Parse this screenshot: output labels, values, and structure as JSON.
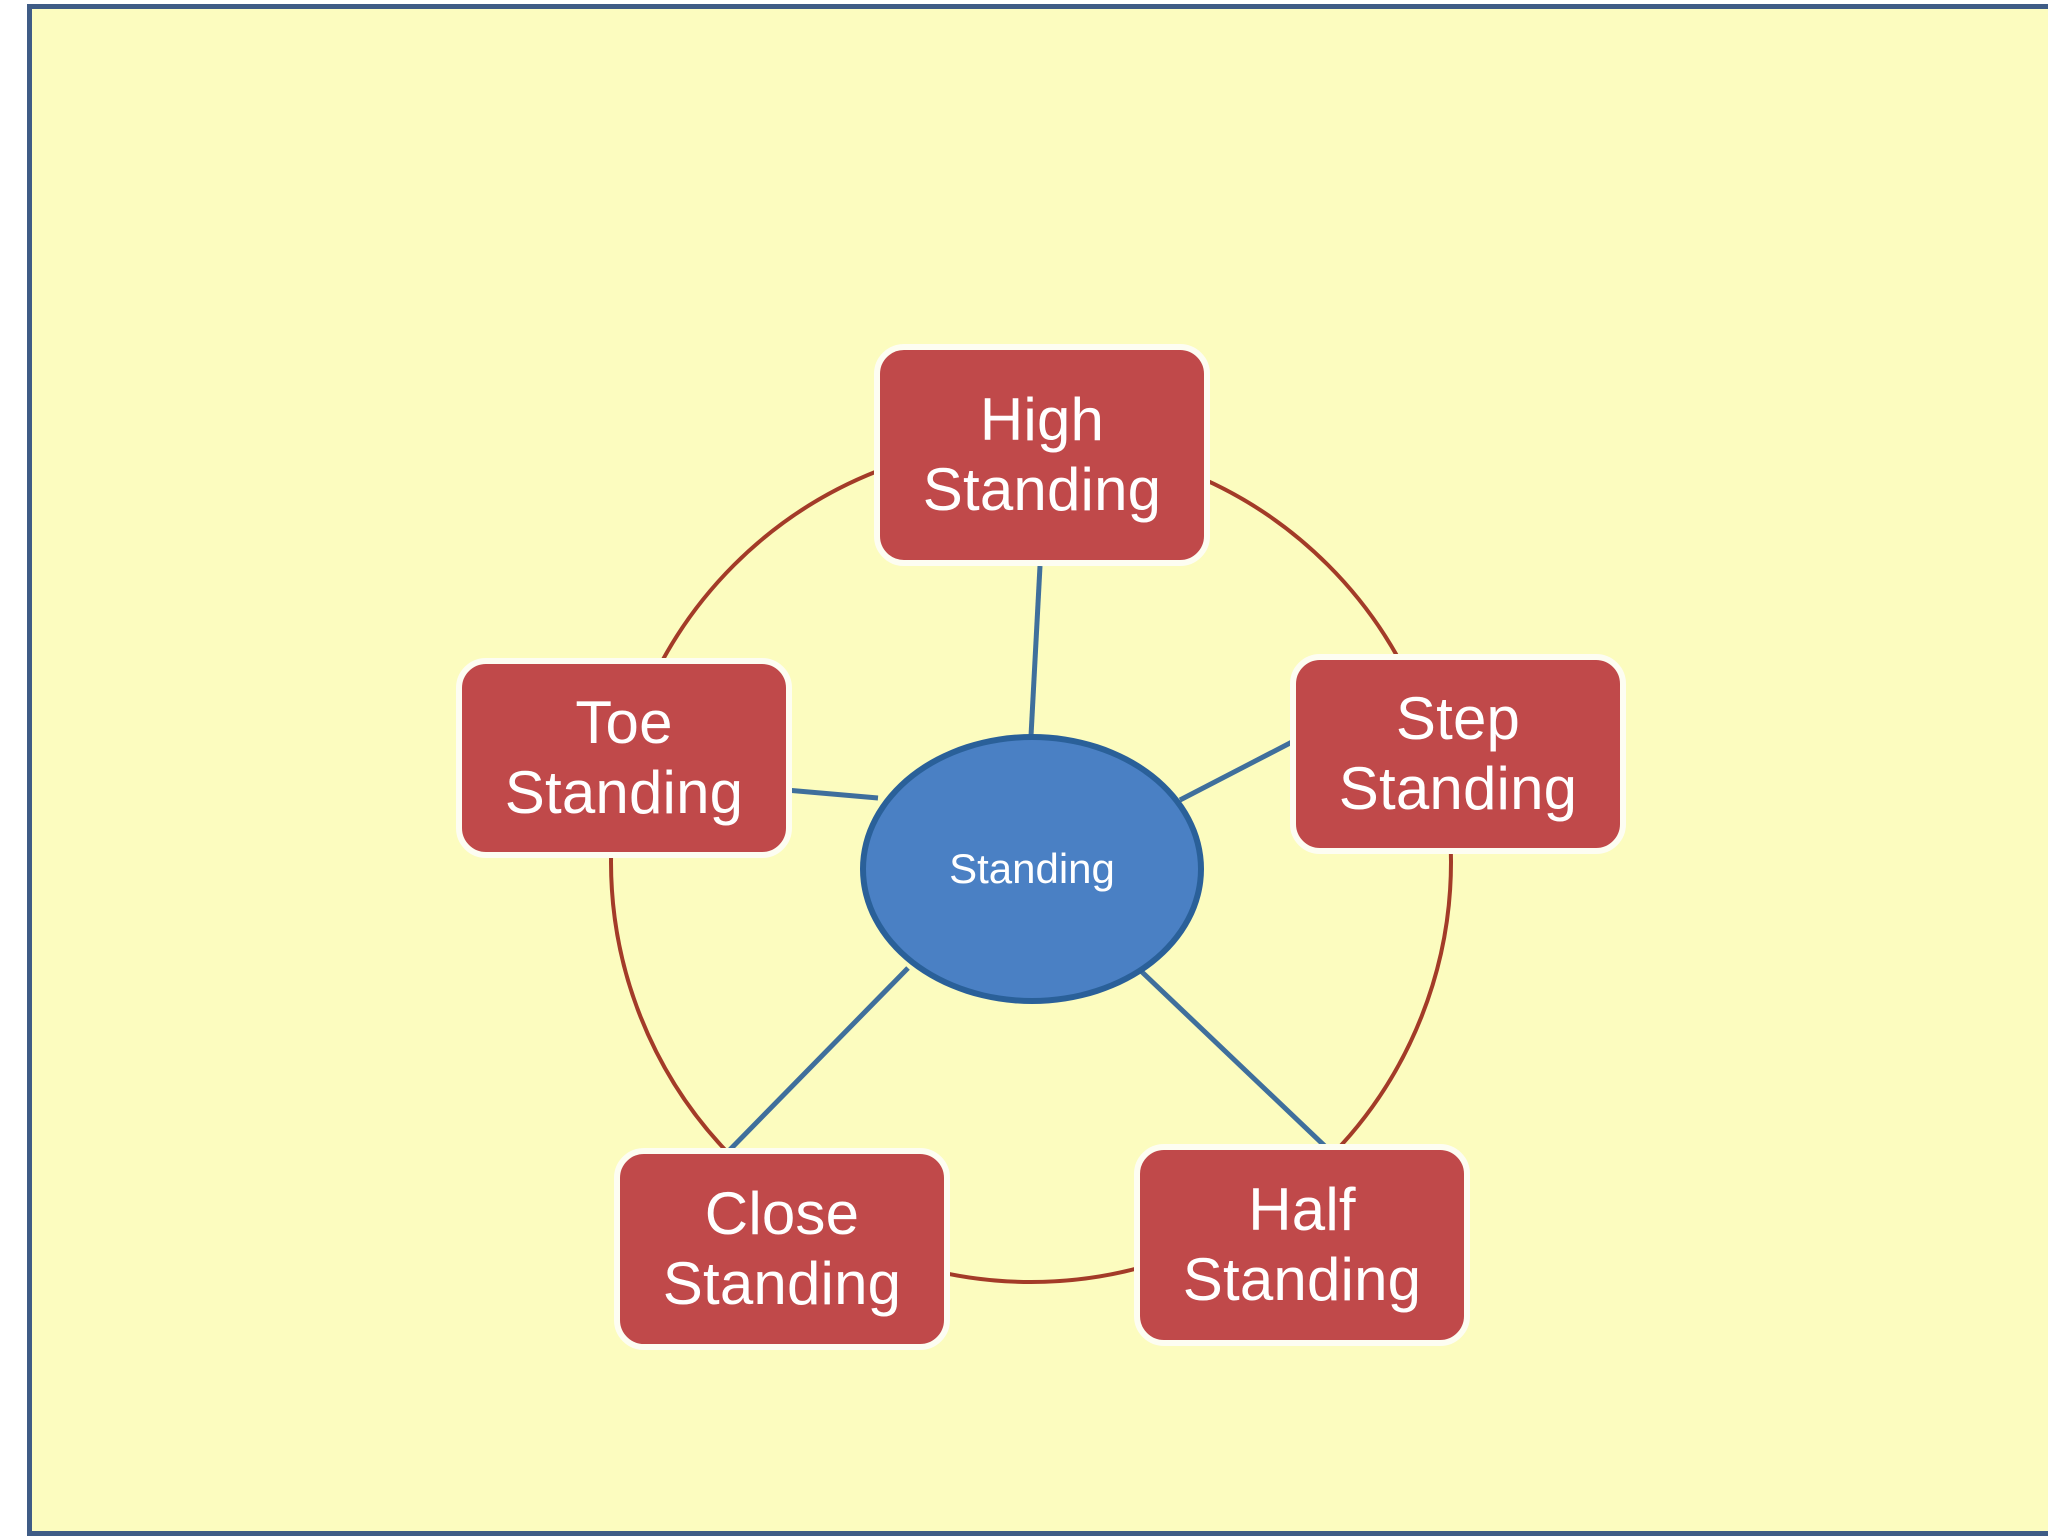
{
  "diagram": {
    "type": "radial-cycle",
    "title": "Standing",
    "background_color": "#fcfcbf",
    "slide_border_color": "#3f5c86",
    "center": {
      "label": "Standing",
      "shape": "ellipse",
      "fill_color": "#4a80c4",
      "border_color": "#2a6099",
      "text_color": "#ffffff"
    },
    "node_style": {
      "fill_color": "#c0494a",
      "border_color": "#fdfdf2",
      "text_color": "#ffffff"
    },
    "ring": {
      "color": "#a33b28",
      "shape": "circle"
    },
    "spoke": {
      "color": "#3f6f9c"
    },
    "nodes": [
      {
        "id": "high",
        "label": "High\nStanding",
        "position": "top"
      },
      {
        "id": "step",
        "label": "Step\nStanding",
        "position": "right"
      },
      {
        "id": "half",
        "label": "Half\nStanding",
        "position": "bottom-right"
      },
      {
        "id": "close",
        "label": "Close\nStanding",
        "position": "bottom-left"
      },
      {
        "id": "toe",
        "label": "Toe\nStanding",
        "position": "left"
      }
    ]
  }
}
